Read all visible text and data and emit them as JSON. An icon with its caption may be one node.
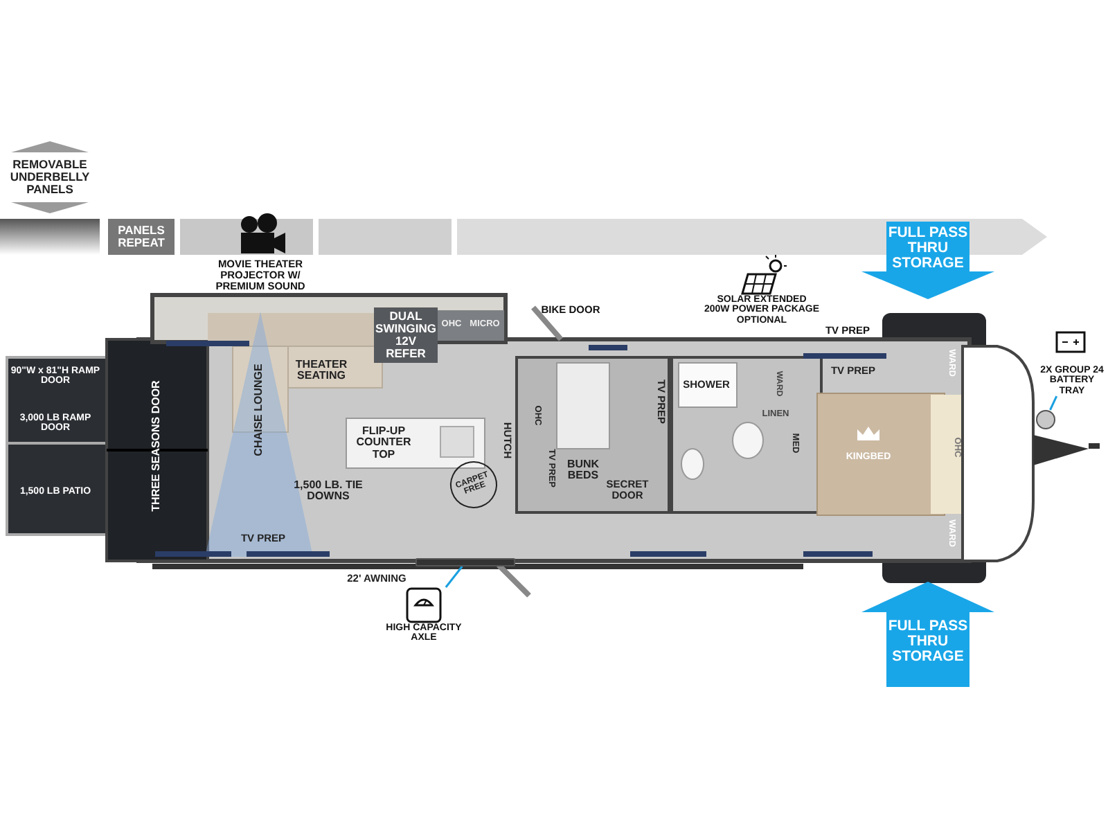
{
  "diagram": {
    "nodes": [
      {
        "text": [
          "HIGH CAPACITY AXLE"
        ]
      },
      {
        "text": [],
        "shape": "bar"
      },
      {
        "text": [
          "2X GROUP 24 BATTERY TRAY"
        ]
      },
      {
        "text": [],
        "shape": "circle"
      },
      {
        "text": [
          "FULL PASS THRU STORAGE"
        ]
      },
      {
        "text": [
          "FULL PASS THRU STORAGE"
        ]
      }
    ],
    "edges": [
      {
        "from": 0,
        "to": 1,
        "arrow": "none",
        "color": "#1aa0e0"
      },
      {
        "from": 2,
        "to": 3,
        "arrow": "none",
        "color": "#1aa0e0"
      }
    ],
    "labels": [
      "REMOVABLE UNDERBELLY PANELS",
      "PANELS REPEAT",
      "MOVIE THEATER PROJECTOR W/ PREMIUM SOUND",
      "BIKE DOOR",
      "SOLAR EXTENDED 200W POWER PACKAGE OPTIONAL",
      "TV PREP",
      "DUAL SWINGING 12V REFER",
      "OHC",
      "MICRO",
      "THEATER SEATING",
      "TV PREP",
      "WARD",
      "SHOWER",
      "WARD",
      "LINEN",
      "90\"W x 81\"H RAMP DOOR",
      "CHAISE LOUNGE",
      "FLIP-UP COUNTER TOP",
      "HUTCH",
      "OHC",
      "TV PREP",
      "BUNK BEDS",
      "TV PREP",
      "MED",
      "KINGBED",
      "OHC",
      "3,000 LB RAMP DOOR",
      "THREE SEASONS DOOR",
      "1,500 LB. TIE DOWNS",
      "CARPET FREE",
      "SECRET DOOR",
      "1,500 LB PATIO",
      "TV PREP",
      "WARD",
      "22' AWNING"
    ]
  }
}
